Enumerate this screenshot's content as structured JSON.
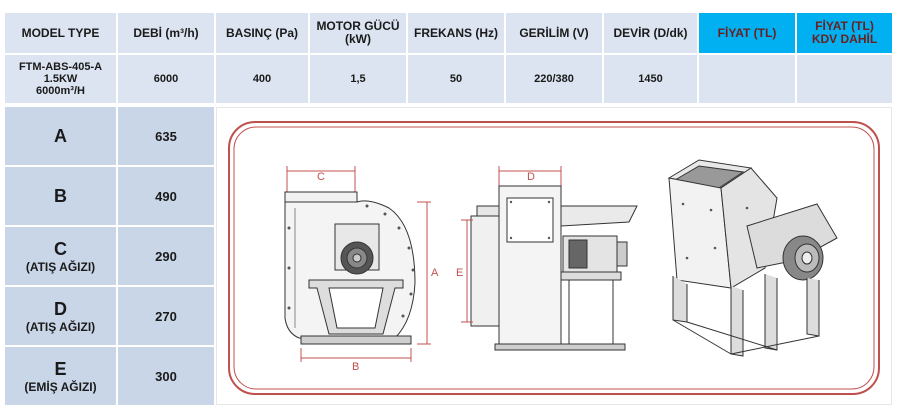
{
  "header": {
    "model_type": "MODEL TYPE",
    "debi": "DEBİ (m³/h)",
    "basinc": "BASINÇ (Pa)",
    "motor_gucu_1": "MOTOR GÜCÜ",
    "motor_gucu_2": "(kW)",
    "frekans": "FREKANS (Hz)",
    "gerilim": "GERİLİM (V)",
    "devir": "DEVİR (D/dk)",
    "fiyat": "FİYAT (TL)",
    "fiyat_kdv_1": "FİYAT (TL)",
    "fiyat_kdv_2": "KDV DAHİL"
  },
  "row": {
    "model_1": "FTM-ABS-405-A",
    "model_2": "1.5KW",
    "model_3": "6000m³/H",
    "debi": "6000",
    "basinc": "400",
    "motor_gucu": "1,5",
    "frekans": "50",
    "gerilim": "220/380",
    "devir": "1450",
    "fiyat": "",
    "fiyat_kdv": ""
  },
  "dimensions": [
    {
      "label": "A",
      "sub": "",
      "value": "635"
    },
    {
      "label": "B",
      "sub": "",
      "value": "490"
    },
    {
      "label": "C",
      "sub": "(ATIŞ AĞIZI)",
      "value": "290"
    },
    {
      "label": "D",
      "sub": "(ATIŞ AĞIZI)",
      "value": "270"
    },
    {
      "label": "E",
      "sub": "(EMİŞ AĞIZI)",
      "value": "300"
    }
  ],
  "drawing": {
    "dim_labels": {
      "a": "A",
      "b": "B",
      "c": "C",
      "d": "D",
      "e": "E"
    },
    "frame_color": "#c0504d"
  }
}
